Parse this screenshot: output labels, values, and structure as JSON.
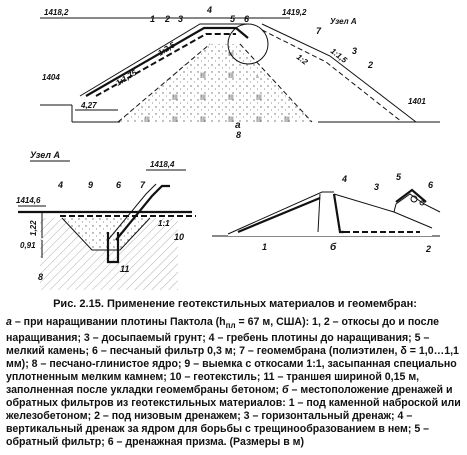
{
  "figure": {
    "diagram_a": {
      "letter": "а",
      "label_node": "Узел А",
      "elevations": [
        "1418,2",
        "1419,2",
        "1404",
        "1401"
      ],
      "dimension": "4,27",
      "slopes": [
        "1:1,75",
        "1:2,5",
        "1:1,5",
        "1:2"
      ],
      "numbers": [
        "1",
        "2",
        "3",
        "4",
        "5",
        "6",
        "7",
        "8",
        "3",
        "2"
      ],
      "core_letter": "8"
    },
    "node_a": {
      "title": "Узел А",
      "elevations": [
        "1414,6",
        "1418,4"
      ],
      "dims": [
        "1,22",
        "0,91"
      ],
      "numbers": [
        "4",
        "9",
        "6",
        "7",
        "10",
        "11",
        "8"
      ],
      "slope": "1:1"
    },
    "diagram_b": {
      "letter": "б",
      "numbers": [
        "1",
        "4",
        "3",
        "5",
        "6",
        "2"
      ]
    }
  },
  "caption": {
    "title": "Рис. 2.15. Применение геотекстильных материалов и геомембран:",
    "part_a_letter": "а",
    "part_a_text": " – при наращивании плотины Пактола (h",
    "part_a_sub": "пл",
    "part_a_text2": " = 67 м, США): 1, 2 – откосы до и после наращивания; 3 – досыпаемый грунт; 4 – гребень плотины до наращивания; 5 – мелкий камень; 6 – песчаный фильтр 0,3 м; 7 – геомембрана (полиэтилен, δ = 1,0…1,1 мм); 8 – песчано-глинистое ядро; 9 – выемка с откосами 1:1, засыпанная специально уплотненным мелким камнем; 10 – геотекстиль; 11 – траншея шириной 0,15 м, заполненная после укладки геомембраны бетоном; ",
    "part_b_letter": "б",
    "part_b_text": " – местоположение дренажей и обратных фильтров из геотекстильных материалов: 1 – под каменной наброской или железобетоном; 2 – под низовым дренажем; 3 – горизонтальный дренаж; 4 – вертикальный дренаж за ядром для борьбы с трещинообразованием в нем; 5 – обратный фильтр; 6 – дренажная призма. (Размеры в м)"
  }
}
